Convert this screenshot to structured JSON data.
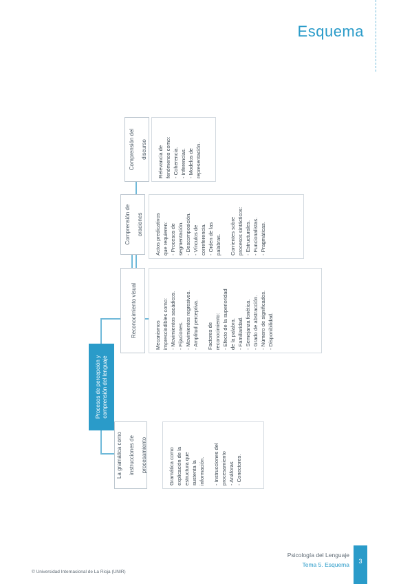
{
  "header": {
    "title": "Esquema"
  },
  "diagram": {
    "root": "Procesos de percepción y comprensión del lenguaje",
    "branches": [
      {
        "title": "La gramática como instrucciones de procesamiento",
        "lines": [
          "Gramática como",
          "explicación de la",
          "estructura que",
          "sustenta la",
          "información.",
          "",
          "- Instrucciones del",
          "procesamiento",
          "- Anáforas",
          "- Conectores."
        ]
      },
      {
        "title": "Reconocimiento visual",
        "lines": [
          "Mecanismos",
          "imprescindibles como:",
          "- Movimientos sacádicos.",
          "- Fijaciones.",
          "- Movimientos regresivos.",
          "- Amplitud perceptiva.",
          "",
          "Factores de",
          "reconocimiento:",
          "- Efecto de la superioridad",
          "de la palabra.",
          "- Familiaridad.",
          "- Semejanza fonética.",
          "- Grado de abstracción.",
          "- Número de significados.",
          "- Disponibilidad."
        ]
      },
      {
        "title": "Comprensión de oraciones",
        "lines": [
          "Actos predicativos",
          "que requieren:",
          "- Procesos de",
          "segmentación.",
          "- Descomposición.",
          "- Vínculos de",
          "correferencia.",
          "- Orden de las",
          "palabras.",
          "",
          "Corrientes sobre",
          "procesos sintácticos:",
          "- Estructurales.",
          "- Funcionalistas.",
          "- Pragmáticas."
        ]
      },
      {
        "title": "Comprensión del discurso",
        "lines": [
          "Relevancia de",
          "fenómenos como:",
          "- Coherencia.",
          "- Inferencias.",
          "- Modelos de",
          "representación."
        ]
      }
    ]
  },
  "footer": {
    "course": "Psicología del Lenguaje",
    "topic": "Tema 5. Esquema",
    "page_number": "3",
    "copyright": "© Universidad Internacional de La Rioja (UNIR)"
  },
  "colors": {
    "accent": "#2a9bc9",
    "border": "#bcc6cf",
    "text": "#3a4650"
  }
}
